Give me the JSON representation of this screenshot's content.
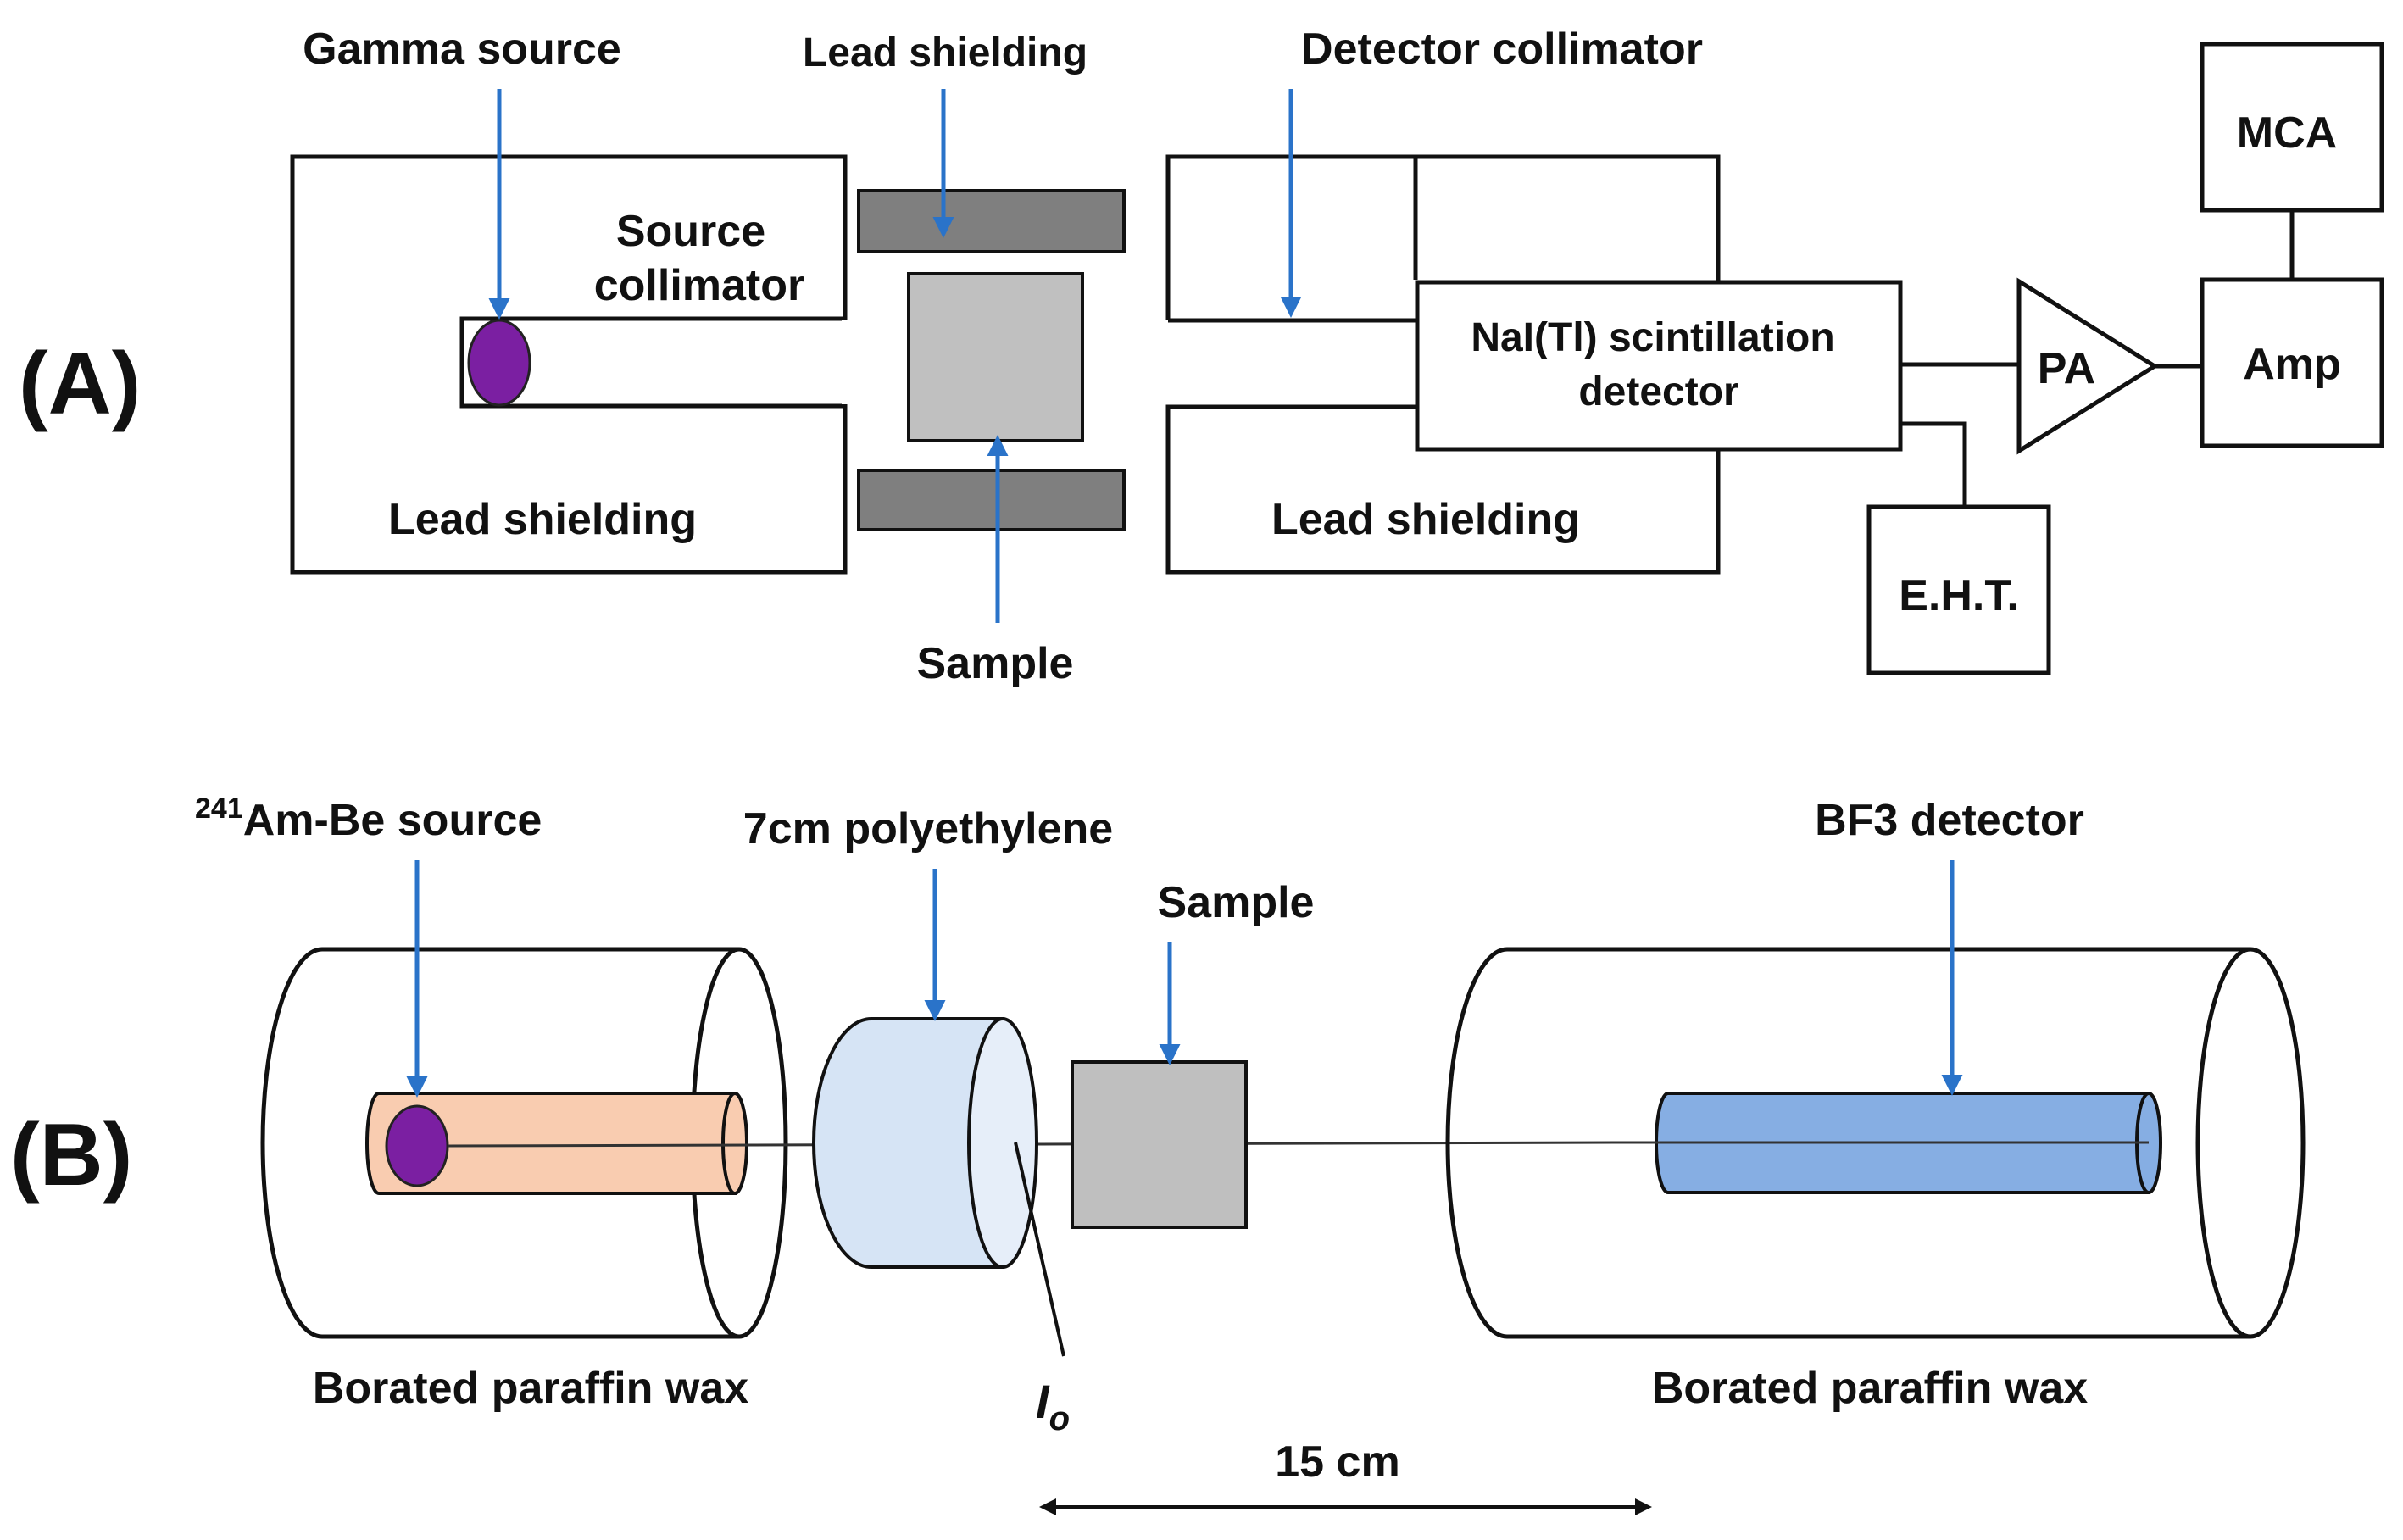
{
  "colors": {
    "arrow": "#2a73c9",
    "source": "#7b1fa2",
    "lead_bar": "#7f7f7f",
    "sample_a": "#c0c0c0",
    "sample_b": "#bfbfbf",
    "source_tube": "#f9ccb0",
    "polyethylene": "#d6e4f5",
    "bf3_tube": "#86aee3"
  },
  "panel_a": {
    "panel_label": "(A)",
    "gamma_source": "Gamma source",
    "lead_shielding_top": "Lead shielding",
    "detector_collimator": "Detector collimator",
    "source_collimator_line1": "Source",
    "source_collimator_line2": "collimator",
    "lead_shielding_left": "Lead shielding",
    "lead_shielding_right": "Lead shielding",
    "sample": "Sample",
    "detector_line1": "NaI(Tl)  scintillation",
    "detector_line2": "detector",
    "pa": "PA",
    "amp": "Amp",
    "mca": "MCA",
    "eht": "E.H.T."
  },
  "panel_b": {
    "panel_label": "(B)",
    "source_superscript": "241",
    "source_label": "Am-Be source",
    "polyethylene": "7cm polyethylene",
    "sample": "Sample",
    "bf3_detector": "BF3 detector",
    "wax_left": "Borated paraffin wax",
    "wax_right": "Borated paraffin wax",
    "io_main": "I",
    "io_sub": "o",
    "distance": "15 cm"
  }
}
